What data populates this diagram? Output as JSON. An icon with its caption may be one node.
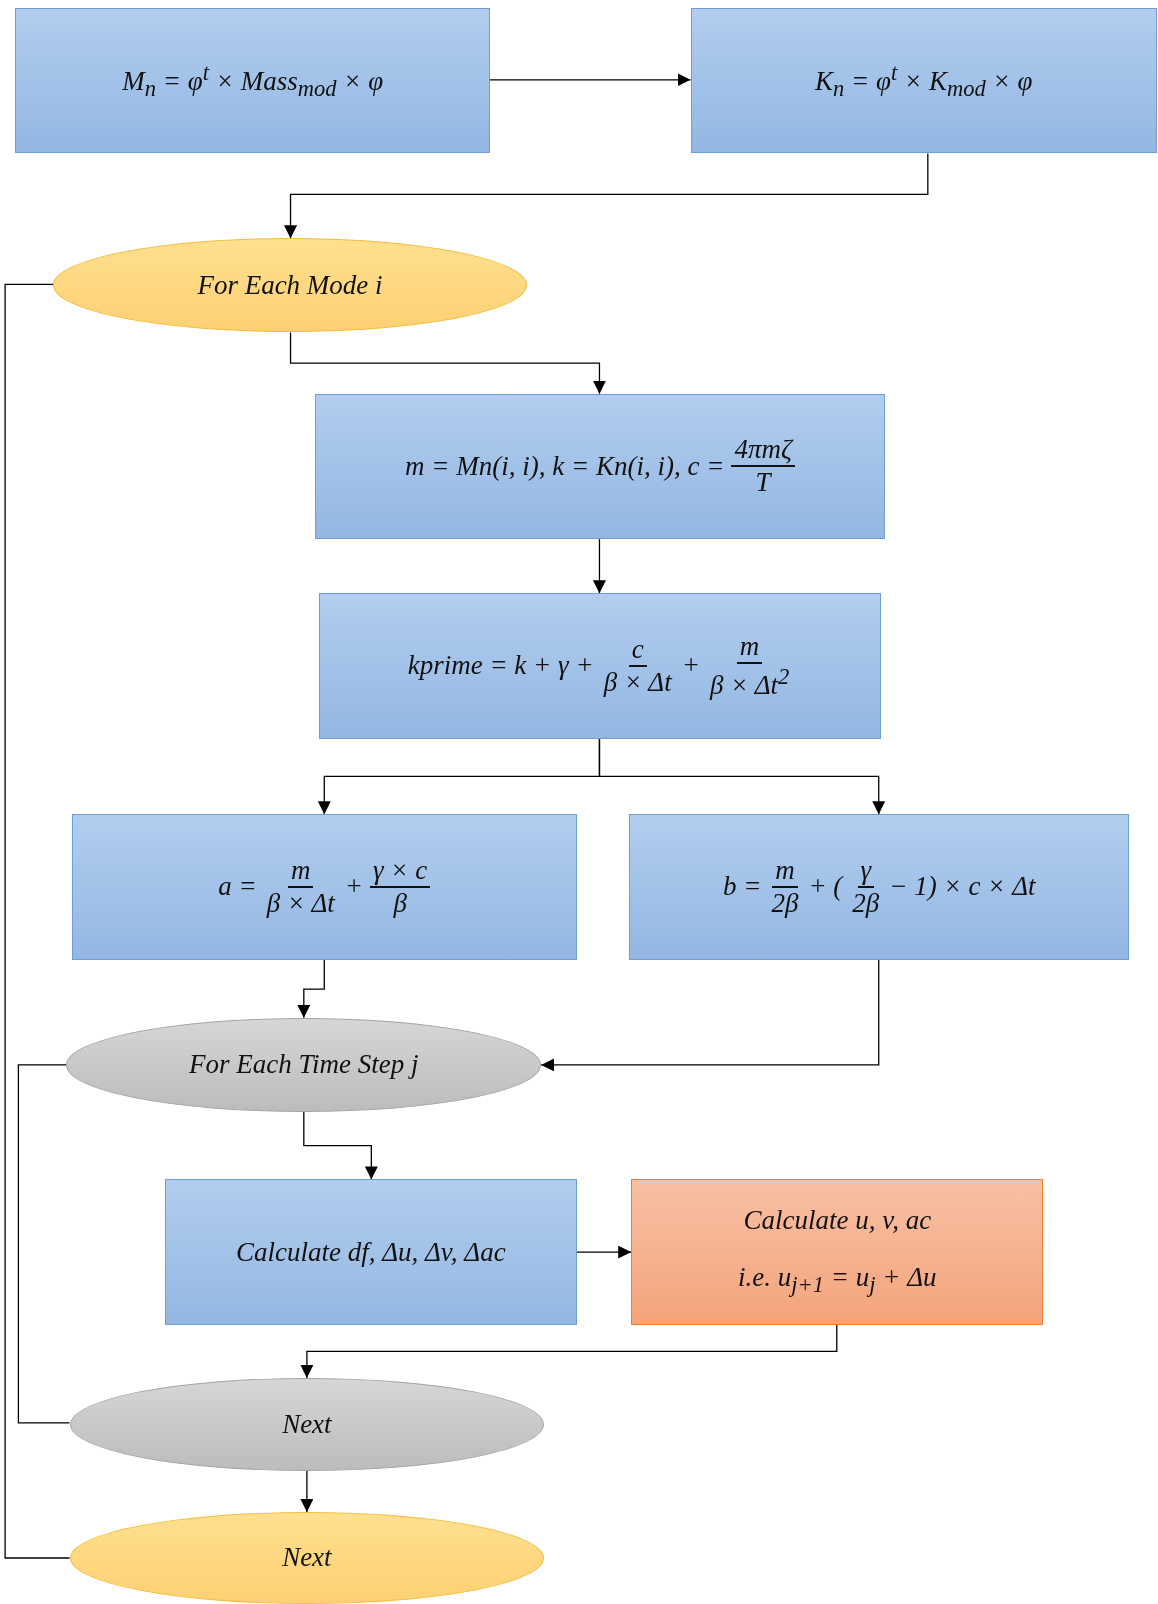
{
  "diagram": {
    "nodes": [
      {
        "text": [
          "M$_{n}$ = φ$^{t}$ × Mass$_{mod}$ × φ"
        ]
      },
      {
        "text": [
          "K$_{n}$ = φ$^{t}$ × K$_{mod}$ × φ"
        ]
      },
      {
        "text": [
          "For Each Mode i"
        ]
      },
      {
        "text": [
          "m = Mn(i, i), k = Kn(i, i), c =",
          "4πmζ",
          "T"
        ]
      },
      {
        "text": [
          "kprime = k + γ +",
          "c",
          "β × Δt",
          "+",
          "m",
          "β × Δt$^{2}$"
        ]
      },
      {
        "text": [
          "a =",
          "m",
          "β × Δt",
          "+",
          "γ × c",
          "β"
        ]
      },
      {
        "text": [
          "b =",
          "m",
          "2β",
          "+ (",
          "γ",
          "2β",
          "− 1) × c × Δt"
        ]
      },
      {
        "text": [
          "For Each Time Step j"
        ]
      },
      {
        "text": [
          "Calculate df, Δu, Δv, Δac"
        ]
      },
      {
        "text": [
          "Calculate u, v, ac",
          "i.e. u$_{j+1}$ = u$_{j}$ + Δu"
        ]
      },
      {
        "text": [
          "Next"
        ]
      },
      {
        "text": [
          "Next"
        ]
      }
    ],
    "edges": [
      {
        "from": 0,
        "to": 1,
        "arrow": "to"
      },
      {
        "from": 1,
        "to": 2,
        "arrow": "to"
      },
      {
        "from": 2,
        "to": 3,
        "arrow": "to"
      },
      {
        "from": 3,
        "to": 4,
        "arrow": "to"
      },
      {
        "from": 4,
        "to": 5,
        "arrow": "to"
      },
      {
        "from": 4,
        "to": 6,
        "arrow": "to"
      },
      {
        "from": 5,
        "to": 7,
        "arrow": "to"
      },
      {
        "from": 6,
        "to": 7,
        "arrow": "to"
      },
      {
        "from": 7,
        "to": 8,
        "arrow": "to"
      },
      {
        "from": 8,
        "to": 9,
        "arrow": "to"
      },
      {
        "from": 9,
        "to": 10,
        "arrow": "to"
      },
      {
        "from": 10,
        "to": 7,
        "arrow": "none"
      },
      {
        "from": 10,
        "to": 11,
        "arrow": "to"
      },
      {
        "from": 11,
        "to": 2,
        "arrow": "none"
      }
    ]
  }
}
